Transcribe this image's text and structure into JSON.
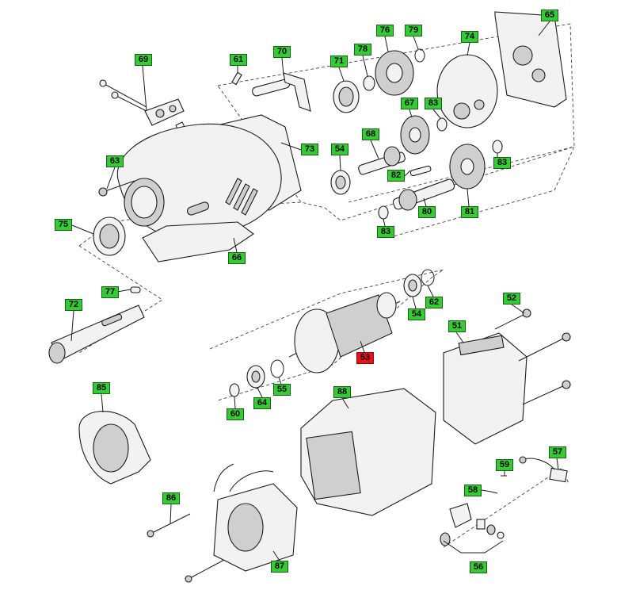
{
  "colors": {
    "callout_fill": "#33cc33",
    "highlight_fill": "#e8121b",
    "line": "#1c1c1c"
  },
  "callouts": [
    {
      "id": "p65",
      "label": "65",
      "highlight": false
    },
    {
      "id": "p76",
      "label": "76",
      "highlight": false
    },
    {
      "id": "p79",
      "label": "79",
      "highlight": false
    },
    {
      "id": "p74",
      "label": "74",
      "highlight": false
    },
    {
      "id": "p70",
      "label": "70",
      "highlight": false
    },
    {
      "id": "p78",
      "label": "78",
      "highlight": false
    },
    {
      "id": "p69",
      "label": "69",
      "highlight": false
    },
    {
      "id": "p61",
      "label": "61",
      "highlight": false
    },
    {
      "id": "p71",
      "label": "71",
      "highlight": false
    },
    {
      "id": "p67",
      "label": "67",
      "highlight": false
    },
    {
      "id": "p83a",
      "label": "83",
      "highlight": false
    },
    {
      "id": "p68",
      "label": "68",
      "highlight": false
    },
    {
      "id": "p73",
      "label": "73",
      "highlight": false
    },
    {
      "id": "p54a",
      "label": "54",
      "highlight": false
    },
    {
      "id": "p83b",
      "label": "83",
      "highlight": false
    },
    {
      "id": "p63",
      "label": "63",
      "highlight": false
    },
    {
      "id": "p82",
      "label": "82",
      "highlight": false
    },
    {
      "id": "p80",
      "label": "80",
      "highlight": false
    },
    {
      "id": "p81",
      "label": "81",
      "highlight": false
    },
    {
      "id": "p75",
      "label": "75",
      "highlight": false
    },
    {
      "id": "p83c",
      "label": "83",
      "highlight": false
    },
    {
      "id": "p66",
      "label": "66",
      "highlight": false
    },
    {
      "id": "p77",
      "label": "77",
      "highlight": false
    },
    {
      "id": "p62",
      "label": "62",
      "highlight": false
    },
    {
      "id": "p52",
      "label": "52",
      "highlight": false
    },
    {
      "id": "p72",
      "label": "72",
      "highlight": false
    },
    {
      "id": "p54b",
      "label": "54",
      "highlight": false
    },
    {
      "id": "p51",
      "label": "51",
      "highlight": false
    },
    {
      "id": "p53",
      "label": "53",
      "highlight": true
    },
    {
      "id": "p55",
      "label": "55",
      "highlight": false
    },
    {
      "id": "p85",
      "label": "85",
      "highlight": false
    },
    {
      "id": "p88",
      "label": "88",
      "highlight": false
    },
    {
      "id": "p64",
      "label": "64",
      "highlight": false
    },
    {
      "id": "p60",
      "label": "60",
      "highlight": false
    },
    {
      "id": "p57",
      "label": "57",
      "highlight": false
    },
    {
      "id": "p59",
      "label": "59",
      "highlight": false
    },
    {
      "id": "p58",
      "label": "58",
      "highlight": false
    },
    {
      "id": "p86",
      "label": "86",
      "highlight": false
    },
    {
      "id": "p87",
      "label": "87",
      "highlight": false
    },
    {
      "id": "p56",
      "label": "56",
      "highlight": false
    }
  ]
}
